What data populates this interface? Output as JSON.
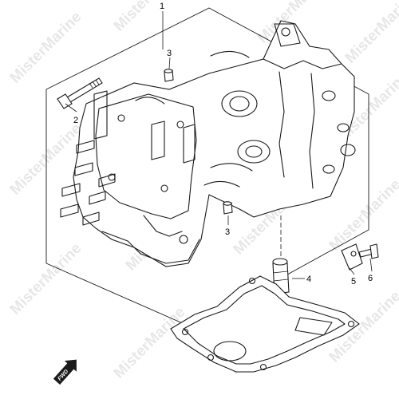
{
  "diagram": {
    "callouts": [
      {
        "id": "1",
        "label": "1"
      },
      {
        "id": "2",
        "label": "2"
      },
      {
        "id": "3a",
        "label": "3"
      },
      {
        "id": "3b",
        "label": "3"
      },
      {
        "id": "4",
        "label": "4"
      },
      {
        "id": "5",
        "label": "5"
      },
      {
        "id": "6",
        "label": "6"
      }
    ],
    "watermark": "MisterMarine",
    "direction_badge": "FWD"
  }
}
